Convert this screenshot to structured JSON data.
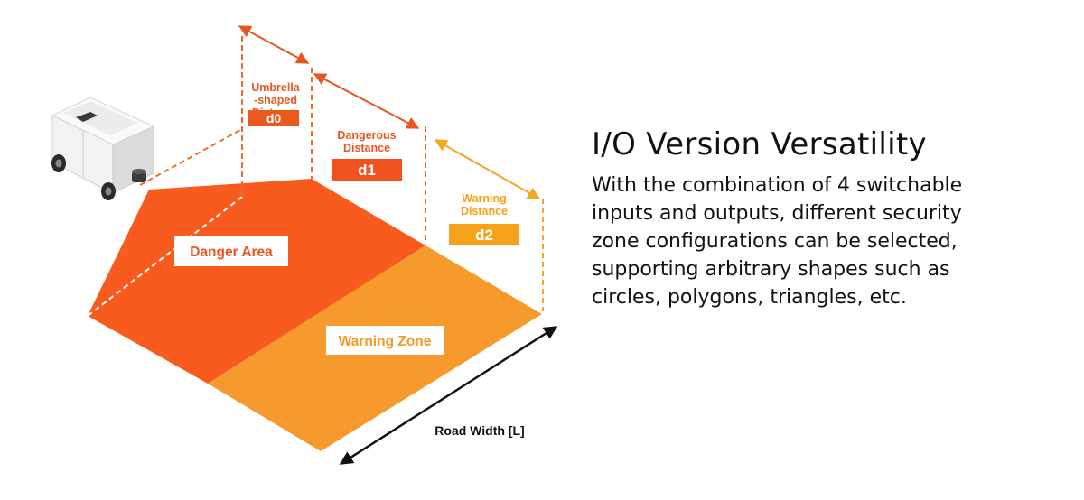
{
  "colors": {
    "danger": "#F95A1E",
    "warning": "#F79A2E",
    "dangerous_label": "#F2521E",
    "warning_label": "#F6A21A",
    "umbrella_label": "#EA5A1E"
  },
  "diagram": {
    "robot_icon": "agv-robot-icon",
    "umbrella": {
      "label_lines": [
        "Umbrella",
        "-shaped",
        "Distance"
      ],
      "badge": "d0"
    },
    "dangerous": {
      "label_lines": [
        "Dangerous",
        "Distance"
      ],
      "badge": "d1"
    },
    "warning": {
      "label_lines": [
        "Warning",
        "Distance"
      ],
      "badge": "d2"
    },
    "danger_area_label": "Danger Area",
    "warning_zone_label": "Warning Zone",
    "road_width_label": "Road Width [L]"
  },
  "info": {
    "title": "I/O Version Versatility",
    "lines": [
      "With the combination of 4 switchable",
      "inputs and outputs, different security",
      "zone configurations can be selected,",
      "supporting arbitrary shapes such as",
      "circles, polygons, triangles, etc."
    ]
  }
}
